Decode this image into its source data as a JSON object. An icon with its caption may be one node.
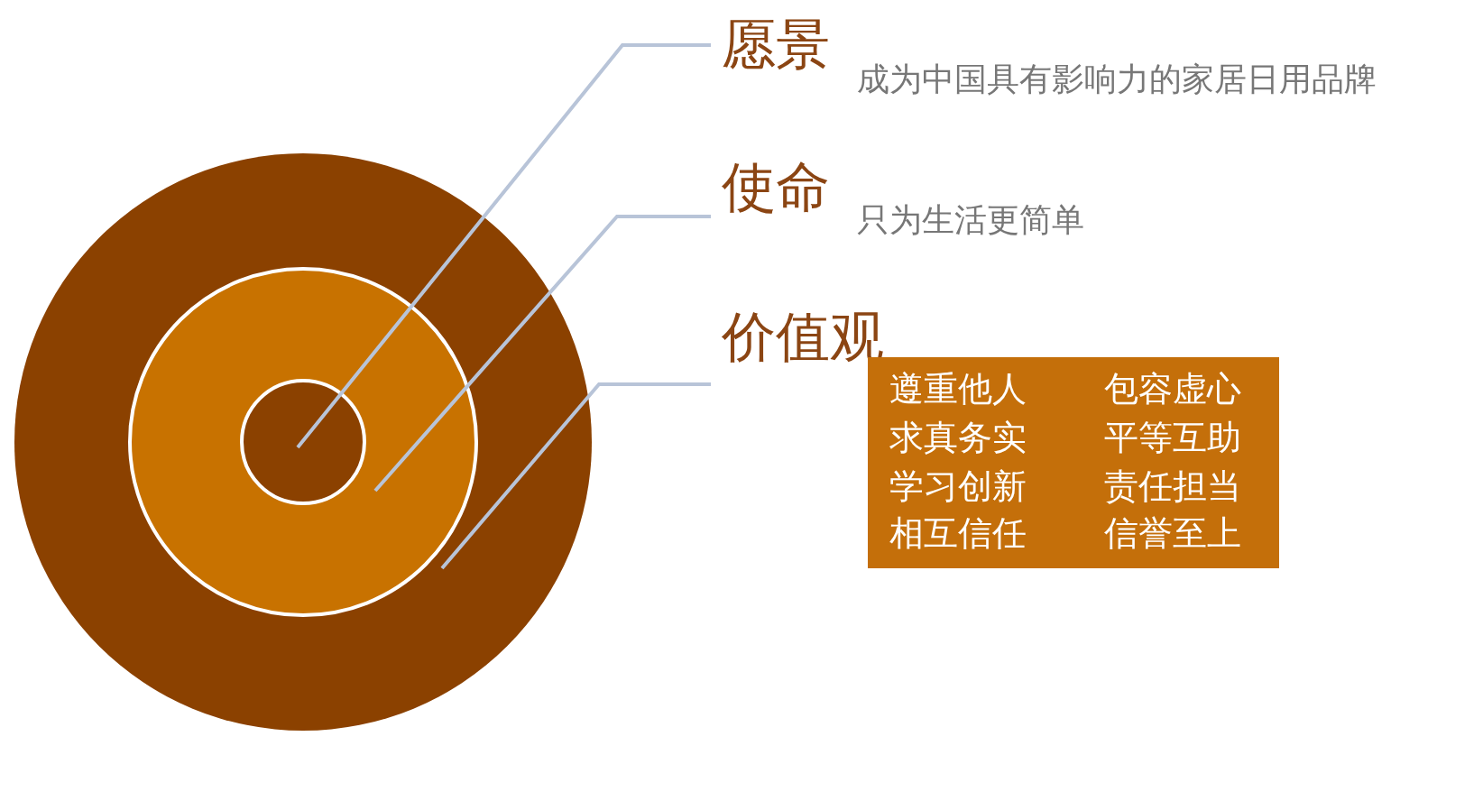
{
  "diagram": {
    "nodes": [
      {
        "text": [],
        "shape": "circle"
      },
      {
        "text": [],
        "shape": "circle",
        "in": 0
      },
      {
        "text": [],
        "shape": "circle",
        "in": 1
      },
      {
        "text": [
          "愿景",
          "成为中国具有影响力的家居日用品牌"
        ]
      },
      {
        "text": [
          "使命",
          "只为生活更简单"
        ]
      },
      {
        "text": [
          "价值观",
          "遵重他人",
          "包容虚心",
          "求真务实",
          "平等互助",
          "学习创新",
          "责任担当",
          "相互信任",
          "信誉至上"
        ]
      }
    ],
    "edges": [
      {
        "from": 3,
        "to": 2,
        "arrow": "none"
      },
      {
        "from": 4,
        "to": 1,
        "arrow": "none"
      },
      {
        "from": 5,
        "to": 0,
        "arrow": "none"
      }
    ]
  }
}
